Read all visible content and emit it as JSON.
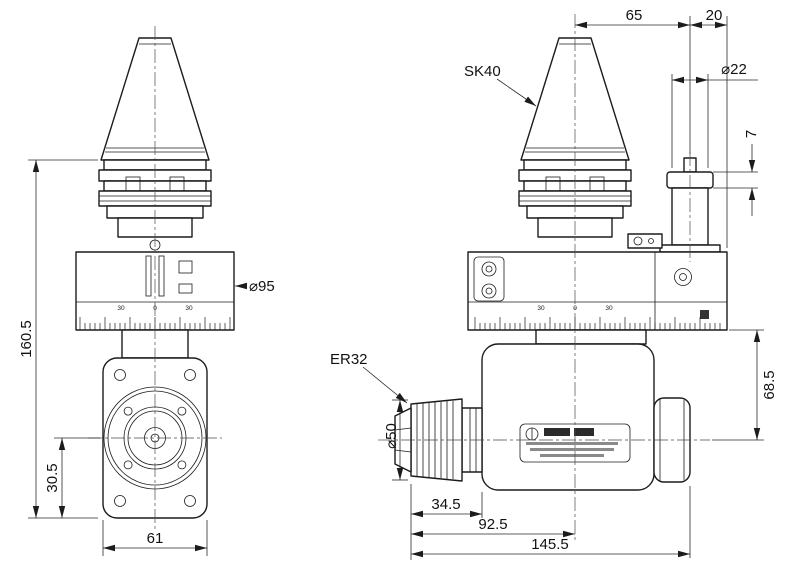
{
  "colors": {
    "line": "#1c1c1c",
    "dimension": "#2a2a2a",
    "background": "#ffffff"
  },
  "labels": {
    "sk40": "SK40",
    "er32": "ER32"
  },
  "dims": {
    "d160_5": "160.5",
    "d30_5": "30.5",
    "d61": "61",
    "dia95": "⌀95",
    "d65": "65",
    "d20": "20",
    "dia22": "⌀22",
    "d7": "7",
    "d68_5": "68.5",
    "dia50": "⌀50",
    "d34_5": "34.5",
    "d92_5": "92.5",
    "d145_5": "145.5"
  },
  "dial_scale": {
    "numbers": [
      "30",
      "0",
      "30"
    ]
  }
}
